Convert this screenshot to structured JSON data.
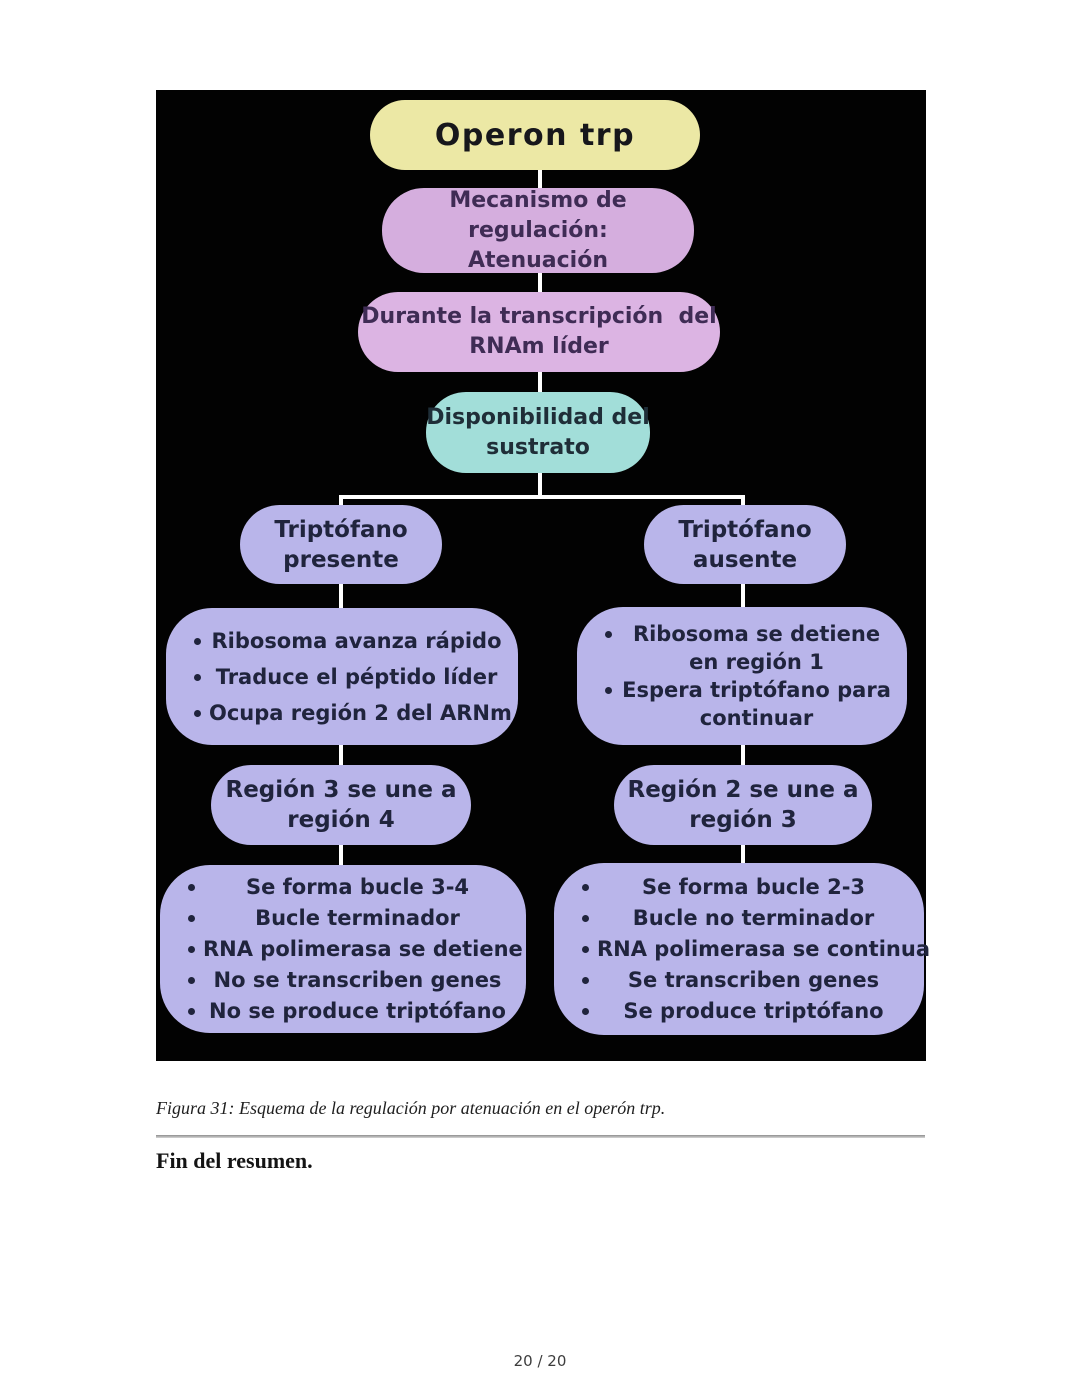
{
  "figure": {
    "title": "Operon trp",
    "mecanismo": {
      "line1": "Mecanismo de regulación:",
      "line2": "Atenuación"
    },
    "durante": {
      "line1": "Durante la transcripción  del",
      "line2": "RNAm líder"
    },
    "disponibilidad": {
      "line1": "Disponibilidad del",
      "line2": "sustrato"
    },
    "left": {
      "header": {
        "line1": "Triptófano",
        "line2": "presente"
      },
      "list1": [
        "Ribosoma avanza rápido",
        "Traduce el péptido líder",
        "Ocupa región 2 del ARNm"
      ],
      "region": {
        "line1": "Región 3 se une a",
        "line2": "región 4"
      },
      "list2": [
        "Se forma bucle 3-4",
        "Bucle terminador",
        "RNA polimerasa se detiene",
        "No se transcriben genes",
        "No se produce triptófano"
      ]
    },
    "right": {
      "header": {
        "line1": "Triptófano",
        "line2": "ausente"
      },
      "list1": [
        "Ribosoma se detiene en región 1",
        "Espera triptófano para continuar"
      ],
      "region": {
        "line1": "Región 2 se une a",
        "line2": "región 3"
      },
      "list2": [
        "Se forma bucle 2-3",
        "Bucle no terminador",
        "RNA polimerasa se continua",
        "Se transcriben genes",
        "Se produce triptófano"
      ]
    }
  },
  "colors": {
    "panel_bg": "#020202",
    "title_node": "#ece8a5",
    "pink_node": "#d5aede",
    "pink_node_2": "#dcb4e3",
    "teal_node": "#a2ded9",
    "lavender_node": "#b9b5ea",
    "connector": "#ffffff",
    "title_text": "#17171b",
    "pink_text": "#3f2c55",
    "teal_text": "#1f2e38",
    "dark_text": "#20243d"
  },
  "caption": "Figura 31: Esquema de la regulación por atenuación en el operón trp.",
  "closing": "Fin del resumen.",
  "page_number": "20 / 20"
}
